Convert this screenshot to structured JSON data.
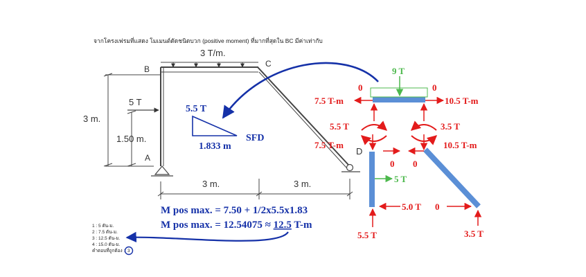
{
  "question": "จากโครงเฟรมที่แสดง โมเมนต์ดัดชนิดบวก (positive moment) ที่มากที่สุดใน BC มีค่าเท่ากับ",
  "frame": {
    "load_label": "3 T/m.",
    "point_load": "5 T",
    "label_B": "B",
    "label_C": "C",
    "label_A": "A",
    "label_D": "D",
    "height_total": "3 m.",
    "height_half": "1.50 m.",
    "span_left": "3 m.",
    "span_right": "3 m."
  },
  "sfd": {
    "value": "5.5 T",
    "length": "1.833 m",
    "label": "SFD"
  },
  "calc": {
    "line1": "M pos max. = 7.50 + 1/2x5.5x1.83",
    "line2_prefix": "M pos max. = 12.54075 ≈ ",
    "line2_value": "12.5",
    "line2_unit": " T-m"
  },
  "choices": {
    "c1": "1 : 5 ตัน-ม.",
    "c2": "2 : 7.5 ตัน-ม.",
    "c3": "3 : 12.5 ตัน-ม.",
    "c4": "4 : 15.0 ตัน-ม.",
    "answer_label": "คำตอบที่ถูกต้อง :",
    "answer_value": "3"
  },
  "fbd": {
    "top_load": "9 T",
    "zero_tl": "0",
    "zero_tr": "0",
    "m_left_top": "7.5 T-m",
    "m_right_top": "10.5 T-m",
    "shear_left": "5.5 T",
    "shear_right": "3.5 T",
    "m_left_mid": "7.5 T-m",
    "m_right_mid": "10.5 T-m",
    "zero_ml": "0",
    "zero_mr": "0",
    "col_load": "5 T",
    "bottom_h": "5.0 T",
    "bottom_zero": "0",
    "reaction_left": "5.5 T",
    "reaction_right": "3.5 T"
  },
  "colors": {
    "red": "#e31b1b",
    "blue": "#1531a8",
    "member": "#5b8fd6",
    "green": "#4cb84c"
  }
}
